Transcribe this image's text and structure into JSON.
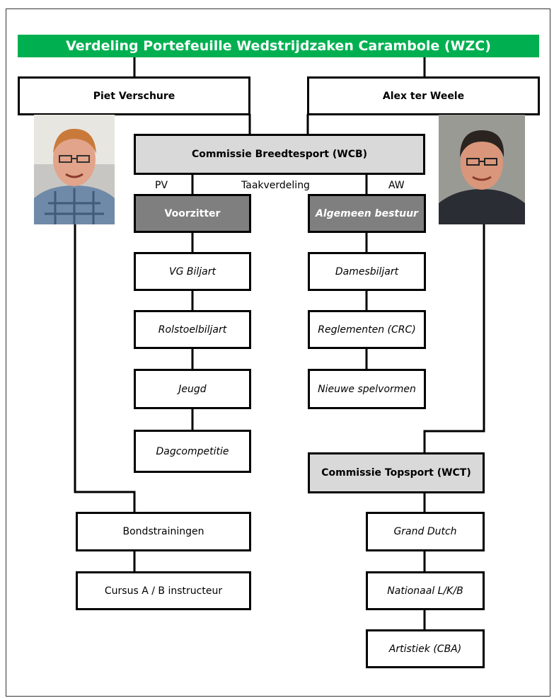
{
  "title": "Verdeling Portefeuille Wedstrijdzaken Carambole (WZC)",
  "persons": {
    "left": "Piet Verschure",
    "right": "Alex ter Weele"
  },
  "wcb": "Commissie Breedtesport (WCB)",
  "labels": {
    "pv": "PV",
    "taakverdeling": "Taakverdeling",
    "aw": "AW"
  },
  "left_column": {
    "head": "Voorzitter",
    "items": [
      "VG Biljart",
      "Rolstoelbiljart",
      "Jeugd",
      "Dagcompetitie"
    ]
  },
  "right_column": {
    "head": "Algemeen bestuur",
    "items": [
      "Damesbiljart",
      "Reglementen (CRC)",
      "Nieuwe spelvormen"
    ]
  },
  "training": {
    "items": [
      "Bondstrainingen",
      "Cursus A / B instructeur"
    ]
  },
  "wct": {
    "head": "Commissie Topsport (WCT)",
    "items": [
      "Grand Dutch",
      "Nationaal L/K/B",
      "Artistiek (CBA)"
    ]
  },
  "colors": {
    "title_bg": "#00b050",
    "grey_box": "#d9d9d9",
    "dark_box": "#7f7f7f"
  }
}
